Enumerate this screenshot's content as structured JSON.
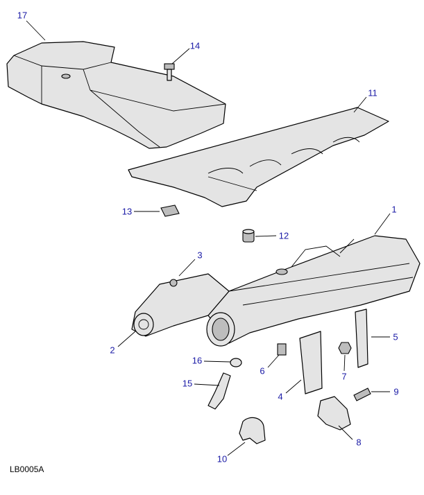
{
  "diagram_ref": "LB0005A",
  "callout_color": "#1a1aa6",
  "callouts": [
    "17",
    "14",
    "11",
    "13",
    "1",
    "12",
    "3",
    "2",
    "5",
    "16",
    "6",
    "7",
    "4",
    "15",
    "9",
    "8",
    "10"
  ]
}
